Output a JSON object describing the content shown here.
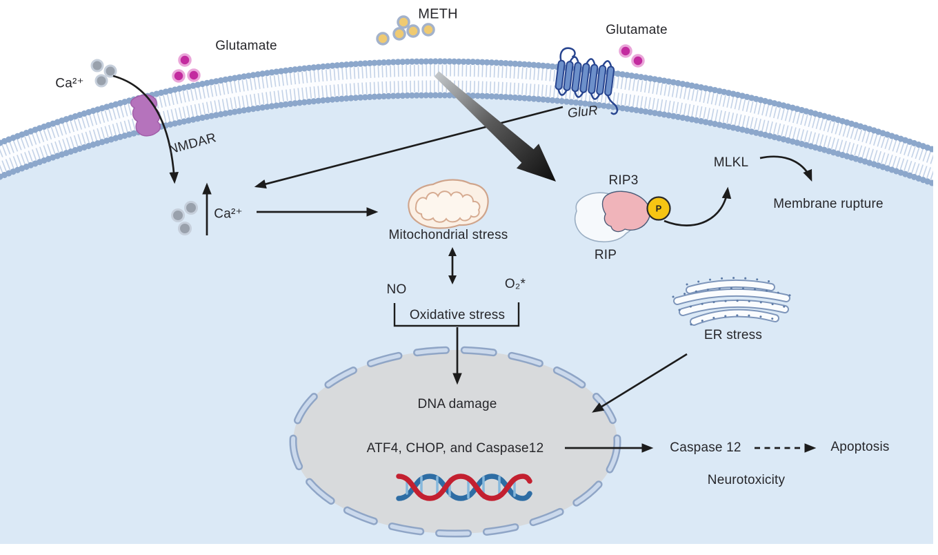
{
  "figure": {
    "type": "cell-signaling-pathway-diagram",
    "topic": "METH-induced neuronal cell stress and death pathways"
  },
  "labels": {
    "meth": "METH",
    "glutamate_left": "Glutamate",
    "glutamate_right": "Glutamate",
    "ca_extracellular": "Ca²⁺",
    "nmdar": "NMDAR",
    "ca_intracellular": "Ca²⁺",
    "glur": "GluR",
    "mitochondrial_stress": "Mitochondrial stress",
    "nitric_oxide": "NO",
    "superoxide": "O₂*",
    "oxidative_stress": "Oxidative stress",
    "dna_damage": "DNA damage",
    "atf4_chop_caspase12": "ATF4, CHOP, and Caspase12",
    "caspase_12": "Caspase 12",
    "apoptosis": "Apoptosis",
    "neurotoxicity": "Neurotoxicity",
    "er_stress": "ER stress",
    "rip3": "RIP3",
    "rip": "RIP",
    "phospho": "P",
    "mlkl": "MLKL",
    "membrane_rupture": "Membrane rupture"
  },
  "colors": {
    "cell_fill": "#dbe9f6",
    "membrane_dot": "#8ca7cb",
    "membrane_tail": "#c3d2e7",
    "nucleus_fill": "#d8dadc",
    "nucleus_dash": "#8fa5c6",
    "mito_fill": "#fbf0e5",
    "mito_stroke": "#cfa48b",
    "nmdar_fill": "#b573bc",
    "glur_fill": "#6d90ca",
    "glur_stroke": "#27448f",
    "rip_fill": "#f6f9fc",
    "rip3_fill": "#f0b4ba",
    "phospho_fill": "#f6c513",
    "meth_dot": "#efca72",
    "glutamate_dot": "#c32b9f",
    "ca_dot": "#99a1ac",
    "dna_red": "#c32030",
    "dna_blue": "#2e6da4",
    "dna_rung": "#86b8dc",
    "arrow": "#1c1c1c"
  }
}
